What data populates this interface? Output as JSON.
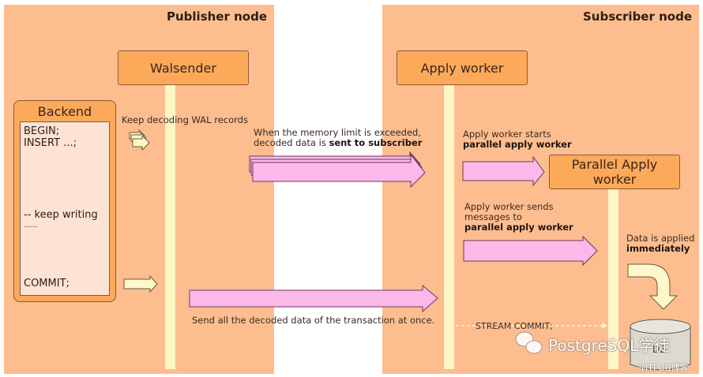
{
  "nodes": {
    "publisher": {
      "title": "Publisher node"
    },
    "subscriber": {
      "title": "Subscriber node"
    }
  },
  "processes": {
    "walsender": "Walsender",
    "apply_worker": "Apply worker",
    "parallel_apply_worker": {
      "line1": "Parallel Apply",
      "line2": "worker"
    },
    "backend": {
      "title": "Backend",
      "code": [
        "BEGIN;",
        "INSERT ...;",
        "-- keep writing",
        "......",
        "COMMIT;"
      ]
    }
  },
  "annotations": {
    "keep_decoding": "Keep decoding WAL records",
    "memory_limit": {
      "line1": "When the memory limit is exceeded,",
      "line2_prefix": "decoded data is ",
      "line2_bold": "sent to subscriber"
    },
    "starts_parallel": {
      "line1": "Apply worker starts",
      "line2_bold": "parallel apply worker"
    },
    "sends_messages": {
      "line1": "Apply worker sends",
      "line2": "messages to",
      "line3_bold": "parallel apply worker"
    },
    "data_applied": {
      "line1": "Data is applied",
      "line2_bold": "immediately"
    },
    "send_all": "Send all the decoded data of the transaction at once.",
    "stream_commit": "STREAM COMMIT;"
  },
  "database": {
    "label": "DB"
  },
  "watermark": {
    "main": "PostgreSQL学徒",
    "sub": "@ITPUB博客"
  },
  "colors": {
    "panel": "#fdbd8f",
    "process_box": "#fca95a",
    "lifeline": "#fff6c6",
    "pink_arrow": "#fbb8e8",
    "yellow_arrow": "#fdf8cc"
  }
}
